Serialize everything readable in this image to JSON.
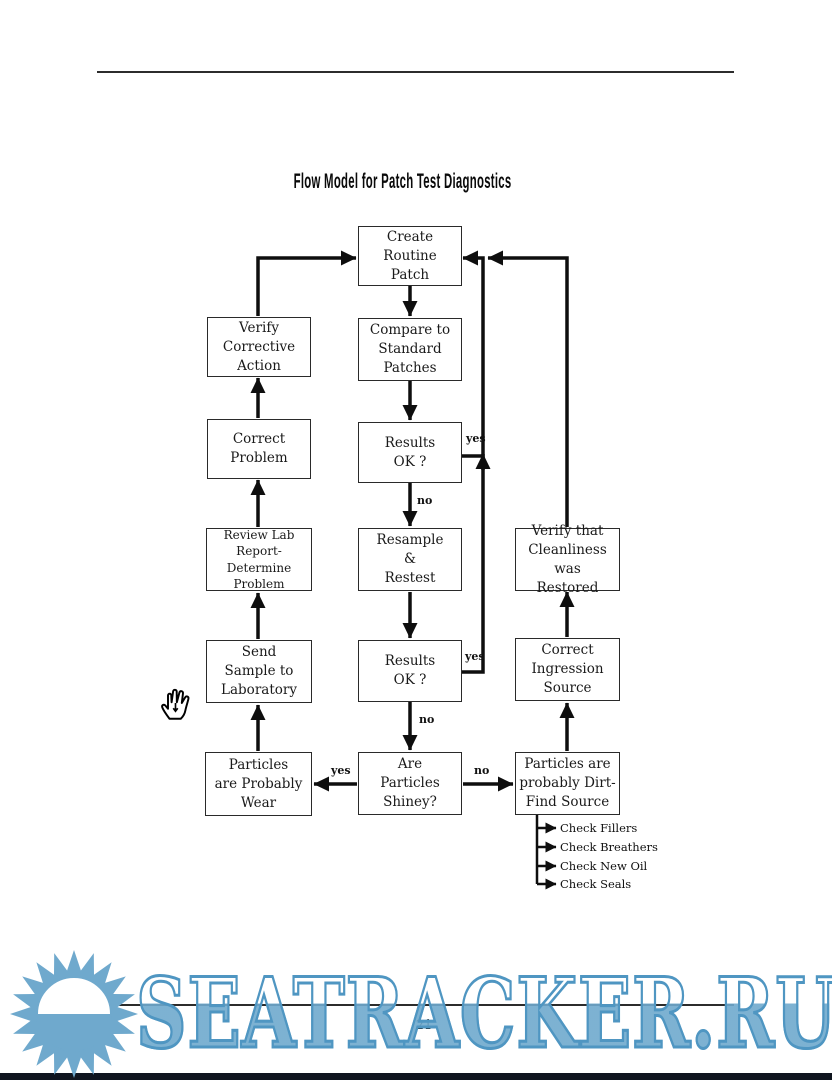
{
  "page": {
    "title": "Flow Model for Patch Test Diagnostics",
    "page_number": "21"
  },
  "flowchart": {
    "boxes": {
      "create": "Create\nRoutine\nPatch",
      "compare": "Compare to\nStandard\nPatches",
      "results1": "Results\nOK ?",
      "resample": "Resample\n&\nRestest",
      "results2": "Results\nOK ?",
      "shiney": "Are\nParticles\nShiney?",
      "verify_action": "Verify\nCorrective\nAction",
      "correct_problem": "Correct\nProblem",
      "review_lab": "Review Lab\nReport- Determine\nProblem",
      "send_sample": "Send\nSample to\nLaboratory",
      "wear": "Particles\nare Probably\nWear",
      "verify_clean": "Verify that\nCleanliness was\nRestored",
      "ingression": "Correct\nIngression\nSource",
      "dirt": "Particles are\nprobably Dirt-\nFind Source"
    },
    "labels": {
      "yes": "yes",
      "no": "no"
    },
    "checks": [
      "Check Fillers",
      "Check Breathers",
      "Check New Oil",
      "Check Seals"
    ]
  },
  "watermark": {
    "text": "SEATRACKER.RU"
  },
  "icons": {
    "hand_cursor": "hand-cursor-icon",
    "sun_logo": "sun-logo-icon"
  },
  "colors": {
    "watermark_outline": "#4f96c2",
    "watermark_fill": "#6fa9cd",
    "footer_bar": "#10151f",
    "line": "#0e0e0e"
  }
}
